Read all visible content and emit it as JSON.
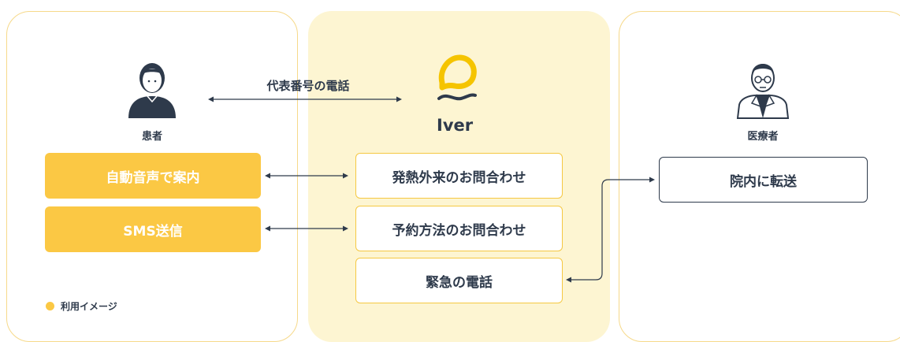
{
  "patient": {
    "label": "患者"
  },
  "center": {
    "brand": "Iver",
    "call_label": "代表番号の電話"
  },
  "medical": {
    "label": "医療者"
  },
  "left_actions": [
    "自動音声で案内",
    "SMS送信"
  ],
  "inquiries": [
    "発熱外来のお問合わせ",
    "予約方法のお問合わせ",
    "緊急の電話"
  ],
  "right_action": "院内に転送",
  "legend": {
    "label": "利用イメージ"
  },
  "colors": {
    "accent": "#fbc844",
    "panel_bg": "#fdf5d2",
    "ink": "#2e3a4b"
  }
}
